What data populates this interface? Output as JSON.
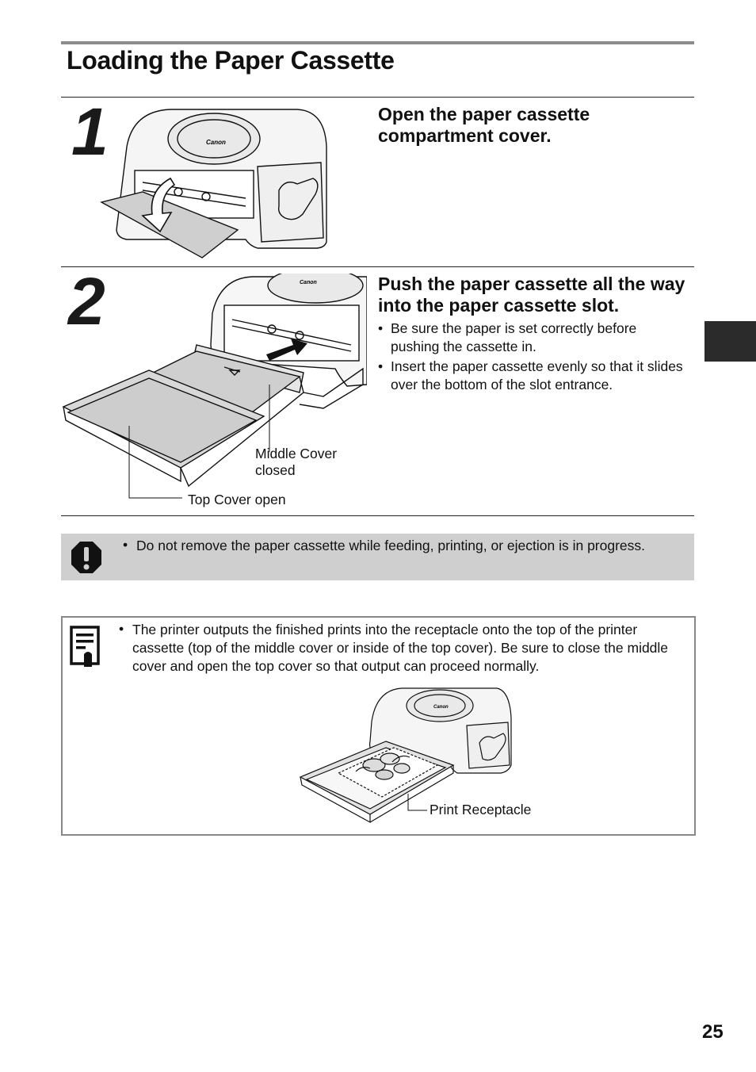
{
  "page": {
    "title": "Loading the Paper Cassette",
    "page_number": "25"
  },
  "steps": [
    {
      "number": "1",
      "heading": "Open the paper cassette compartment cover.",
      "bullets": []
    },
    {
      "number": "2",
      "heading": "Push the paper cassette all the way into the paper cassette slot.",
      "bullets": [
        "Be sure the paper is set correctly before pushing the cassette in.",
        "Insert the paper cassette evenly so that it slides over the bottom of the slot entrance."
      ],
      "callouts": {
        "middle_cover_line1": "Middle Cover",
        "middle_cover_line2": "closed",
        "top_cover": "Top Cover open"
      }
    }
  ],
  "caution": {
    "icon": "caution-icon",
    "text": "Do not remove the paper cassette while feeding, printing, or ejection is in progress."
  },
  "note": {
    "icon": "note-icon",
    "text": "The printer outputs the finished prints into the receptacle onto the top of the printer cassette (top of the middle cover or inside of the top cover). Be sure to close the middle cover and open the top cover so that output can proceed normally.",
    "callout": "Print Receptacle"
  },
  "printer_logo": "Canon",
  "colors": {
    "caution_bg": "#cfcfcf",
    "tab": "#2b2b2b",
    "rule_grey": "#8c8c8c"
  }
}
